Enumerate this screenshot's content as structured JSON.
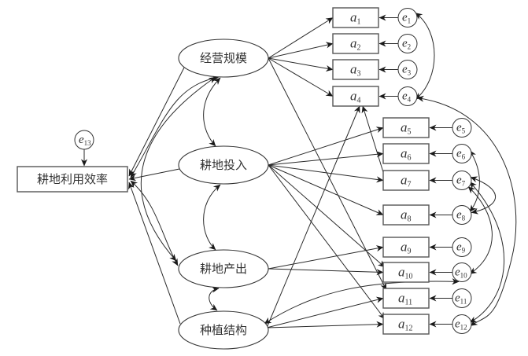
{
  "diagram": {
    "type": "structural-equation-model",
    "outcome": {
      "id": "Y",
      "label": "耕地利用效率",
      "error": "e13"
    },
    "latents": [
      {
        "id": "L1",
        "label": "经营规模"
      },
      {
        "id": "L2",
        "label": "耕地投入"
      },
      {
        "id": "L3",
        "label": "耕地产出"
      },
      {
        "id": "L4",
        "label": "种植结构"
      }
    ],
    "indicators": [
      {
        "id": "a1",
        "var": "a",
        "sub": "1",
        "error": {
          "var": "e",
          "sub": "1"
        }
      },
      {
        "id": "a2",
        "var": "a",
        "sub": "2",
        "error": {
          "var": "e",
          "sub": "2"
        }
      },
      {
        "id": "a3",
        "var": "a",
        "sub": "3",
        "error": {
          "var": "e",
          "sub": "3"
        }
      },
      {
        "id": "a4",
        "var": "a",
        "sub": "4",
        "error": {
          "var": "e",
          "sub": "4"
        }
      },
      {
        "id": "a5",
        "var": "a",
        "sub": "5",
        "error": {
          "var": "e",
          "sub": "5"
        }
      },
      {
        "id": "a6",
        "var": "a",
        "sub": "6",
        "error": {
          "var": "e",
          "sub": "6"
        }
      },
      {
        "id": "a7",
        "var": "a",
        "sub": "7",
        "error": {
          "var": "e",
          "sub": "7"
        }
      },
      {
        "id": "a8",
        "var": "a",
        "sub": "8",
        "error": {
          "var": "e",
          "sub": "8"
        }
      },
      {
        "id": "a9",
        "var": "a",
        "sub": "9",
        "error": {
          "var": "e",
          "sub": "9"
        }
      },
      {
        "id": "a10",
        "var": "a",
        "sub": "10",
        "error": {
          "var": "e",
          "sub": "10"
        }
      },
      {
        "id": "a11",
        "var": "a",
        "sub": "11",
        "error": {
          "var": "e",
          "sub": "11"
        }
      },
      {
        "id": "a12",
        "var": "a",
        "sub": "12",
        "error": {
          "var": "e",
          "sub": "12"
        }
      }
    ],
    "outcome_error": {
      "var": "e",
      "sub": "13"
    },
    "loadings": [
      [
        "L1",
        "a1"
      ],
      [
        "L1",
        "a2"
      ],
      [
        "L1",
        "a3"
      ],
      [
        "L1",
        "a4"
      ],
      [
        "L1",
        "a11"
      ],
      [
        "L2",
        "a5"
      ],
      [
        "L2",
        "a6"
      ],
      [
        "L2",
        "a7"
      ],
      [
        "L2",
        "a8"
      ],
      [
        "L2",
        "a10"
      ],
      [
        "L2",
        "a12"
      ],
      [
        "L3",
        "a9"
      ],
      [
        "L3",
        "a10"
      ],
      [
        "L4",
        "a4"
      ],
      [
        "L4",
        "a11"
      ],
      [
        "L4",
        "a12"
      ],
      [
        "a7",
        "a4"
      ]
    ],
    "structural_paths": [
      [
        "L1",
        "Y"
      ],
      [
        "L2",
        "Y"
      ],
      [
        "L4",
        "Y"
      ]
    ],
    "covariances_latent": [
      [
        "L1",
        "L2"
      ],
      [
        "L2",
        "L3"
      ],
      [
        "L3",
        "L4"
      ],
      [
        "Y",
        "L1"
      ],
      [
        "Y",
        "L3"
      ]
    ],
    "covariances_error": [
      [
        "e1",
        "e4"
      ],
      [
        "e6",
        "e8"
      ],
      [
        "e7",
        "e8"
      ],
      [
        "e7",
        "e10"
      ],
      [
        "e7",
        "e12"
      ],
      [
        "e4",
        "e12"
      ],
      [
        "e10",
        "L4"
      ]
    ]
  }
}
